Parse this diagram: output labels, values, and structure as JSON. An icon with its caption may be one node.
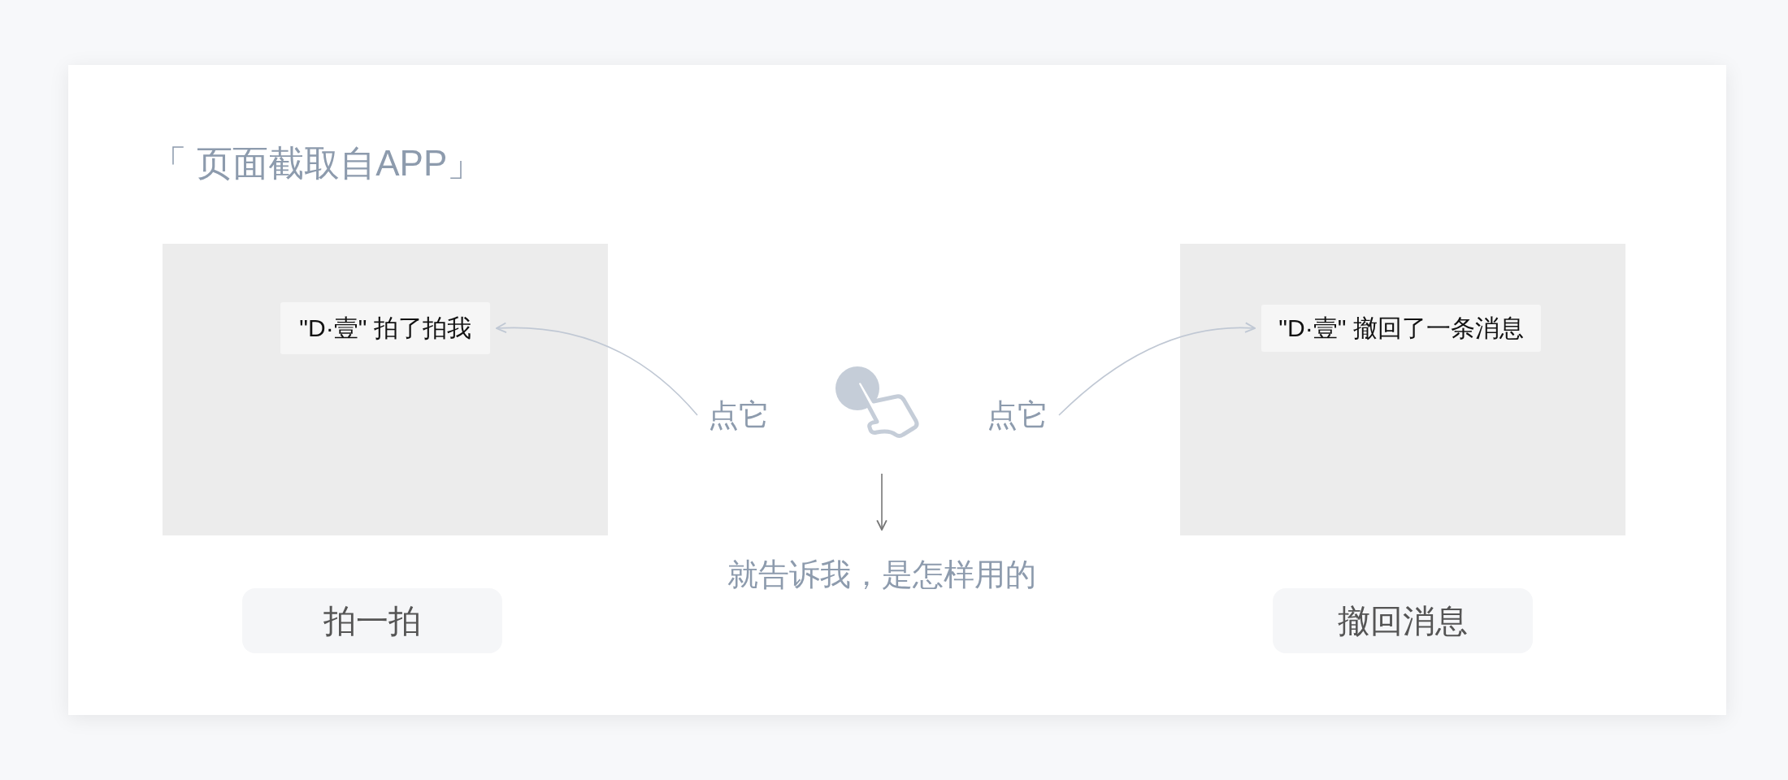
{
  "diagram": {
    "title": "「 页面截取自APP」",
    "nodes": [
      {
        "text": [],
        "shape": "box"
      },
      {
        "text": [
          "\"D·壹\" 拍了拍我"
        ],
        "in": 0
      },
      {
        "text": [
          "点它"
        ]
      },
      {
        "text": [],
        "shape": "hand"
      },
      {
        "text": [
          "点它"
        ]
      },
      {
        "text": [],
        "shape": "box"
      },
      {
        "text": [
          "\"D·壹\" 撤回了一条消息"
        ],
        "in": 5
      },
      {
        "text": [
          "就告诉我，是怎样用的"
        ]
      },
      {
        "text": [
          "拍一拍"
        ]
      },
      {
        "text": [
          "撤回消息"
        ]
      }
    ],
    "edges": [
      {
        "from": 2,
        "to": 1,
        "arrow": "to"
      },
      {
        "from": 4,
        "to": 6,
        "arrow": "to"
      },
      {
        "from": 3,
        "to": 7,
        "arrow": "to",
        "color": "#777777"
      }
    ]
  }
}
